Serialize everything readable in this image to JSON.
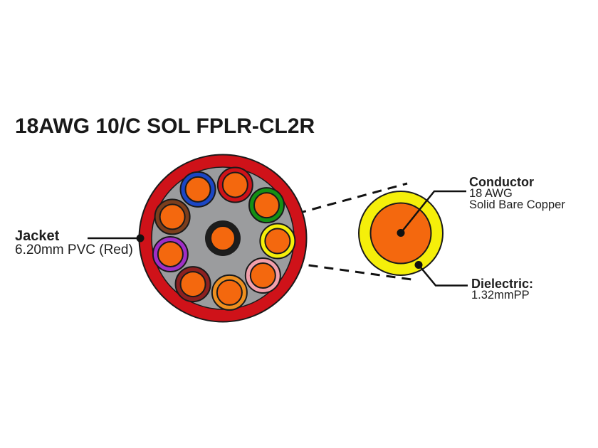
{
  "page": {
    "background_color": "#ffffff",
    "text_color": "#1f1f1f"
  },
  "title": "18AWG 10/C SOL FPLR-CL2R",
  "labels": {
    "jacket": {
      "title": "Jacket",
      "subtitle": "6.20mm PVC (Red)"
    },
    "conductor": {
      "title": "Conductor",
      "lines": [
        "18 AWG",
        "Solid Bare Copper"
      ]
    },
    "dielectric": {
      "title": "Dielectric:",
      "lines": [
        "1.32mmPP"
      ]
    }
  },
  "diagram": {
    "line_color": "#111111",
    "outline_color": "#1a1a1a",
    "cross_section": {
      "jacket_color": "#cf1219",
      "filler_color": "#9b9c9e",
      "copper_color": "#f4680e",
      "center_conductor_insulation": "#1d1d1d",
      "conductors": [
        {
          "name": "blue",
          "hex": "#1b46c5",
          "angle": 243
        },
        {
          "name": "red",
          "hex": "#cf1219",
          "angle": 283
        },
        {
          "name": "green",
          "hex": "#149114",
          "angle": 323
        },
        {
          "name": "yellow",
          "hex": "#f5ef0a",
          "angle": 3
        },
        {
          "name": "pink",
          "hex": "#f29fab",
          "angle": 43
        },
        {
          "name": "orange",
          "hex": "#ee8f1f",
          "angle": 83
        },
        {
          "name": "dark-red",
          "hex": "#8d2020",
          "angle": 123
        },
        {
          "name": "purple",
          "hex": "#a02ec6",
          "angle": 163
        },
        {
          "name": "brown",
          "hex": "#7c3e1d",
          "angle": 203
        }
      ]
    },
    "detail": {
      "dielectric_color": "#f5ef0a",
      "conductor_color": "#f4680e"
    }
  }
}
